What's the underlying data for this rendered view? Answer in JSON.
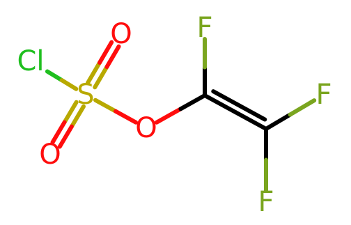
{
  "molecule": {
    "atoms": [
      {
        "id": "cl",
        "symbol": "Cl",
        "color": "#1fbf1f"
      },
      {
        "id": "s",
        "symbol": "S",
        "color": "#b8a900"
      },
      {
        "id": "o_top",
        "symbol": "O",
        "color": "#ff0d0d"
      },
      {
        "id": "o_bottom",
        "symbol": "O",
        "color": "#ff0d0d"
      },
      {
        "id": "o_ester",
        "symbol": "O",
        "color": "#ff0d0d"
      },
      {
        "id": "f_top",
        "symbol": "F",
        "color": "#7aa51f"
      },
      {
        "id": "f_right",
        "symbol": "F",
        "color": "#7aa51f"
      },
      {
        "id": "f_bottom",
        "symbol": "F",
        "color": "#7aa51f"
      }
    ],
    "bonds": [
      {
        "from": "cl",
        "to": "s",
        "order": 1
      },
      {
        "from": "s",
        "to": "o_top",
        "order": 2
      },
      {
        "from": "s",
        "to": "o_bottom",
        "order": 2
      },
      {
        "from": "s",
        "to": "o_ester",
        "order": 1
      },
      {
        "from": "o_ester",
        "to": "c1",
        "order": 1
      },
      {
        "from": "c1",
        "to": "f_top",
        "order": 1
      },
      {
        "from": "c1",
        "to": "c2",
        "order": 2
      },
      {
        "from": "c2",
        "to": "f_right",
        "order": 1
      },
      {
        "from": "c2",
        "to": "f_bottom",
        "order": 1
      }
    ],
    "carbon_color": "#000000"
  }
}
